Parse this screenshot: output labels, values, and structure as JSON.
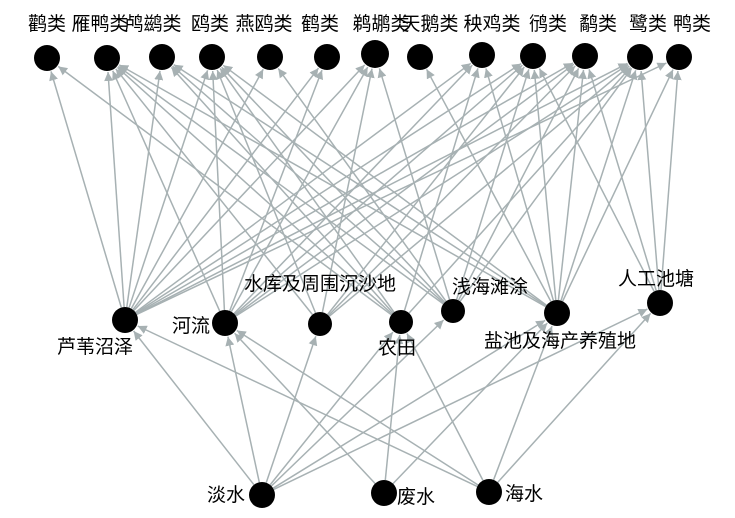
{
  "colors": {
    "edge": "#a7b1b3",
    "node": "#000000"
  },
  "nodes": [
    {
      "id": "b1",
      "label": "鹳类"
    },
    {
      "id": "b2",
      "label": "雁鸭类"
    },
    {
      "id": "b3",
      "label": "鸬鹚类"
    },
    {
      "id": "b4",
      "label": "鸥类"
    },
    {
      "id": "b5",
      "label": "燕鸥类"
    },
    {
      "id": "b6",
      "label": "鹤类"
    },
    {
      "id": "b7",
      "label": "鹈鹕类"
    },
    {
      "id": "b8",
      "label": "天鹅类"
    },
    {
      "id": "b9",
      "label": "秧鸡类"
    },
    {
      "id": "b10",
      "label": "鸻类"
    },
    {
      "id": "b11",
      "label": "鹬类"
    },
    {
      "id": "b12",
      "label": "鹭类"
    },
    {
      "id": "b13",
      "label": "鸭类"
    },
    {
      "id": "h1",
      "label": "芦苇沼泽"
    },
    {
      "id": "h2",
      "label": "河流"
    },
    {
      "id": "h3",
      "label": "水库及周围沉沙地"
    },
    {
      "id": "h4",
      "label": "农田"
    },
    {
      "id": "h5",
      "label": "浅海滩涂"
    },
    {
      "id": "h6",
      "label": "盐池及海产养殖地"
    },
    {
      "id": "h7",
      "label": "人工池塘"
    },
    {
      "id": "w1",
      "label": "淡水"
    },
    {
      "id": "w2",
      "label": "废水"
    },
    {
      "id": "w3",
      "label": "海水"
    }
  ],
  "edges": [
    [
      "w1",
      "h1"
    ],
    [
      "w1",
      "h2"
    ],
    [
      "w1",
      "h3"
    ],
    [
      "w1",
      "h4"
    ],
    [
      "w1",
      "h5"
    ],
    [
      "w1",
      "h6"
    ],
    [
      "w1",
      "h7"
    ],
    [
      "w2",
      "h2"
    ],
    [
      "w2",
      "h4"
    ],
    [
      "w2",
      "h6"
    ],
    [
      "w3",
      "h1"
    ],
    [
      "w3",
      "h2"
    ],
    [
      "w3",
      "h4"
    ],
    [
      "w3",
      "h6"
    ],
    [
      "w3",
      "h7"
    ],
    [
      "h1",
      "b1"
    ],
    [
      "h1",
      "b2"
    ],
    [
      "h1",
      "b3"
    ],
    [
      "h1",
      "b4"
    ],
    [
      "h1",
      "b5"
    ],
    [
      "h1",
      "b6"
    ],
    [
      "h1",
      "b7"
    ],
    [
      "h1",
      "b9"
    ],
    [
      "h1",
      "b10"
    ],
    [
      "h1",
      "b11"
    ],
    [
      "h1",
      "b12"
    ],
    [
      "h1",
      "b13"
    ],
    [
      "h2",
      "b2"
    ],
    [
      "h2",
      "b4"
    ],
    [
      "h2",
      "b6"
    ],
    [
      "h2",
      "b7"
    ],
    [
      "h2",
      "b9"
    ],
    [
      "h2",
      "b10"
    ],
    [
      "h2",
      "b11"
    ],
    [
      "h2",
      "b12"
    ],
    [
      "h3",
      "b2"
    ],
    [
      "h3",
      "b4"
    ],
    [
      "h3",
      "b7"
    ],
    [
      "h3",
      "b10"
    ],
    [
      "h3",
      "b11"
    ],
    [
      "h3",
      "b12"
    ],
    [
      "h4",
      "b1"
    ],
    [
      "h4",
      "b2"
    ],
    [
      "h4",
      "b3"
    ],
    [
      "h4",
      "b4"
    ],
    [
      "h4",
      "b9"
    ],
    [
      "h4",
      "b12"
    ],
    [
      "h5",
      "b2"
    ],
    [
      "h5",
      "b3"
    ],
    [
      "h5",
      "b4"
    ],
    [
      "h5",
      "b5"
    ],
    [
      "h5",
      "b7"
    ],
    [
      "h5",
      "b10"
    ],
    [
      "h5",
      "b11"
    ],
    [
      "h5",
      "b12"
    ],
    [
      "h6",
      "b2"
    ],
    [
      "h6",
      "b3"
    ],
    [
      "h6",
      "b4"
    ],
    [
      "h6",
      "b8"
    ],
    [
      "h6",
      "b9"
    ],
    [
      "h6",
      "b10"
    ],
    [
      "h6",
      "b11"
    ],
    [
      "h6",
      "b12"
    ],
    [
      "h6",
      "b13"
    ],
    [
      "h7",
      "b10"
    ],
    [
      "h7",
      "b11"
    ],
    [
      "h7",
      "b12"
    ],
    [
      "h7",
      "b13"
    ]
  ]
}
